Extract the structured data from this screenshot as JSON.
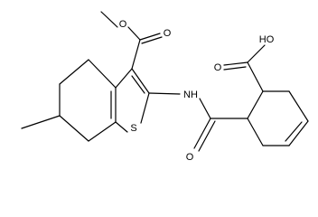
{
  "diagram": {
    "kind": "chemical-structure",
    "atom_labels": {
      "ester_ether_o": "O",
      "ester_carbonyl_o": "O",
      "ring_s": "S",
      "amide_nh": "NH",
      "amide_o": "O",
      "acid_oh": "HO",
      "acid_carbonyl_o": "O"
    },
    "colors": {
      "stroke": "#000000",
      "background": "#ffffff"
    }
  }
}
